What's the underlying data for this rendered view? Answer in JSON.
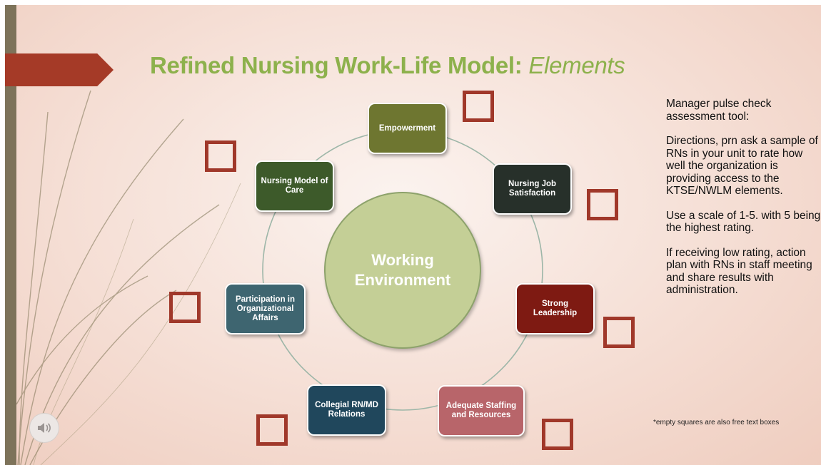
{
  "slide": {
    "title_main": "Refined Nursing Work-Life Model: ",
    "title_sub": "Elements",
    "center_label": "Working Environment",
    "nodes": [
      {
        "label": "Empowerment",
        "color": "#6e7630"
      },
      {
        "label": "Nursing Job Satisfaction",
        "color": "#27302a"
      },
      {
        "label": "Strong Leadership",
        "color": "#7e1a12"
      },
      {
        "label": "Adequate Staffing and Resources",
        "color": "#b8656a"
      },
      {
        "label": "Collegial RN/MD Relations",
        "color": "#20475c"
      },
      {
        "label": "Participation in Organizational Affairs",
        "color": "#3e6570"
      },
      {
        "label": "Nursing Model of Care",
        "color": "#3d5a2a"
      }
    ],
    "side_text": [
      "Manager pulse check assessment tool:",
      "Directions, prn ask a sample of RNs in your unit to rate how well the organization is providing access to the KTSE/NWLM elements.",
      "Use a scale of 1-5. with 5 being the highest rating.",
      "If receiving low rating, action plan with RNs in staff meeting and share results with administration."
    ],
    "footnote": "*empty squares are also free text boxes",
    "colors": {
      "title": "#8db14c",
      "accent_tab": "#a53a27",
      "box_border": "#a0382a",
      "center_fill": "#c4cf96"
    },
    "icons": {
      "audio": "speaker-icon"
    }
  }
}
